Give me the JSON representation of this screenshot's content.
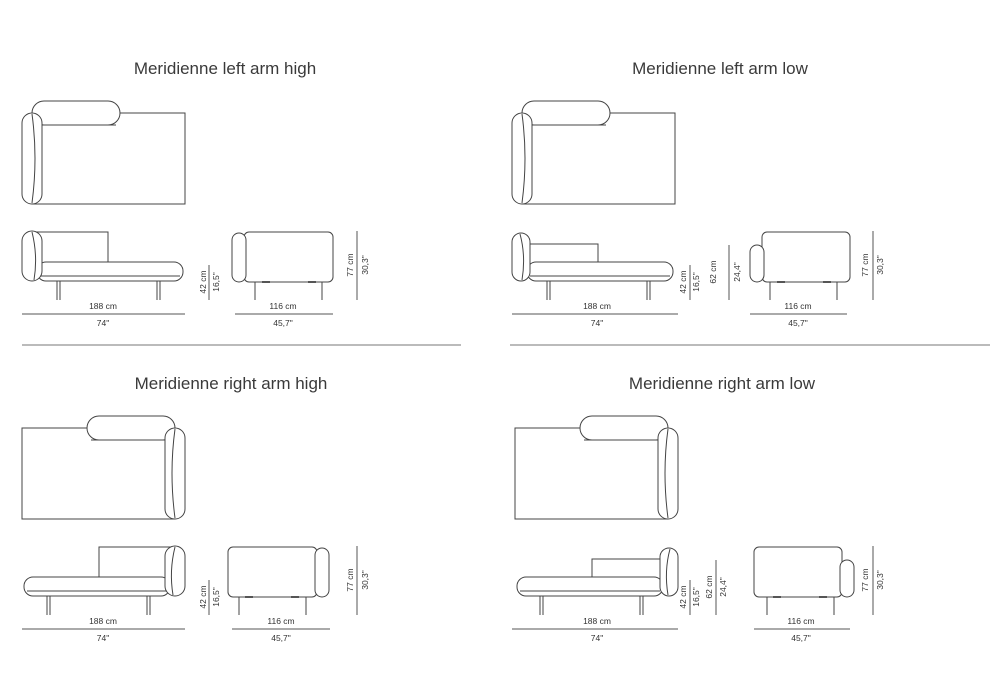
{
  "panels": [
    {
      "title": "Meridienne left arm high",
      "length_cm": "188 cm",
      "length_in": "74\"",
      "seat_cm": "42 cm",
      "seat_in": "16,5\"",
      "depth_cm": "116 cm",
      "depth_in": "45,7\"",
      "height_cm": "77 cm",
      "height_in": "30,3\""
    },
    {
      "title": "Meridienne left arm low",
      "length_cm": "188 cm",
      "length_in": "74\"",
      "seat_cm": "42 cm",
      "seat_in": "16,5\"",
      "arm_cm": "62 cm",
      "arm_in": "24,4\"",
      "depth_cm": "116 cm",
      "depth_in": "45,7\"",
      "height_cm": "77 cm",
      "height_in": "30,3\""
    },
    {
      "title": "Meridienne right arm high",
      "length_cm": "188 cm",
      "length_in": "74\"",
      "seat_cm": "42 cm",
      "seat_in": "16,5\"",
      "depth_cm": "116 cm",
      "depth_in": "45,7\"",
      "height_cm": "77 cm",
      "height_in": "30,3\""
    },
    {
      "title": "Meridienne right arm low",
      "length_cm": "188 cm",
      "length_in": "74\"",
      "seat_cm": "42 cm",
      "seat_in": "16,5\"",
      "arm_cm": "62 cm",
      "arm_in": "24,4\"",
      "depth_cm": "116 cm",
      "depth_in": "45,7\"",
      "height_cm": "77 cm",
      "height_in": "30,3\""
    }
  ]
}
